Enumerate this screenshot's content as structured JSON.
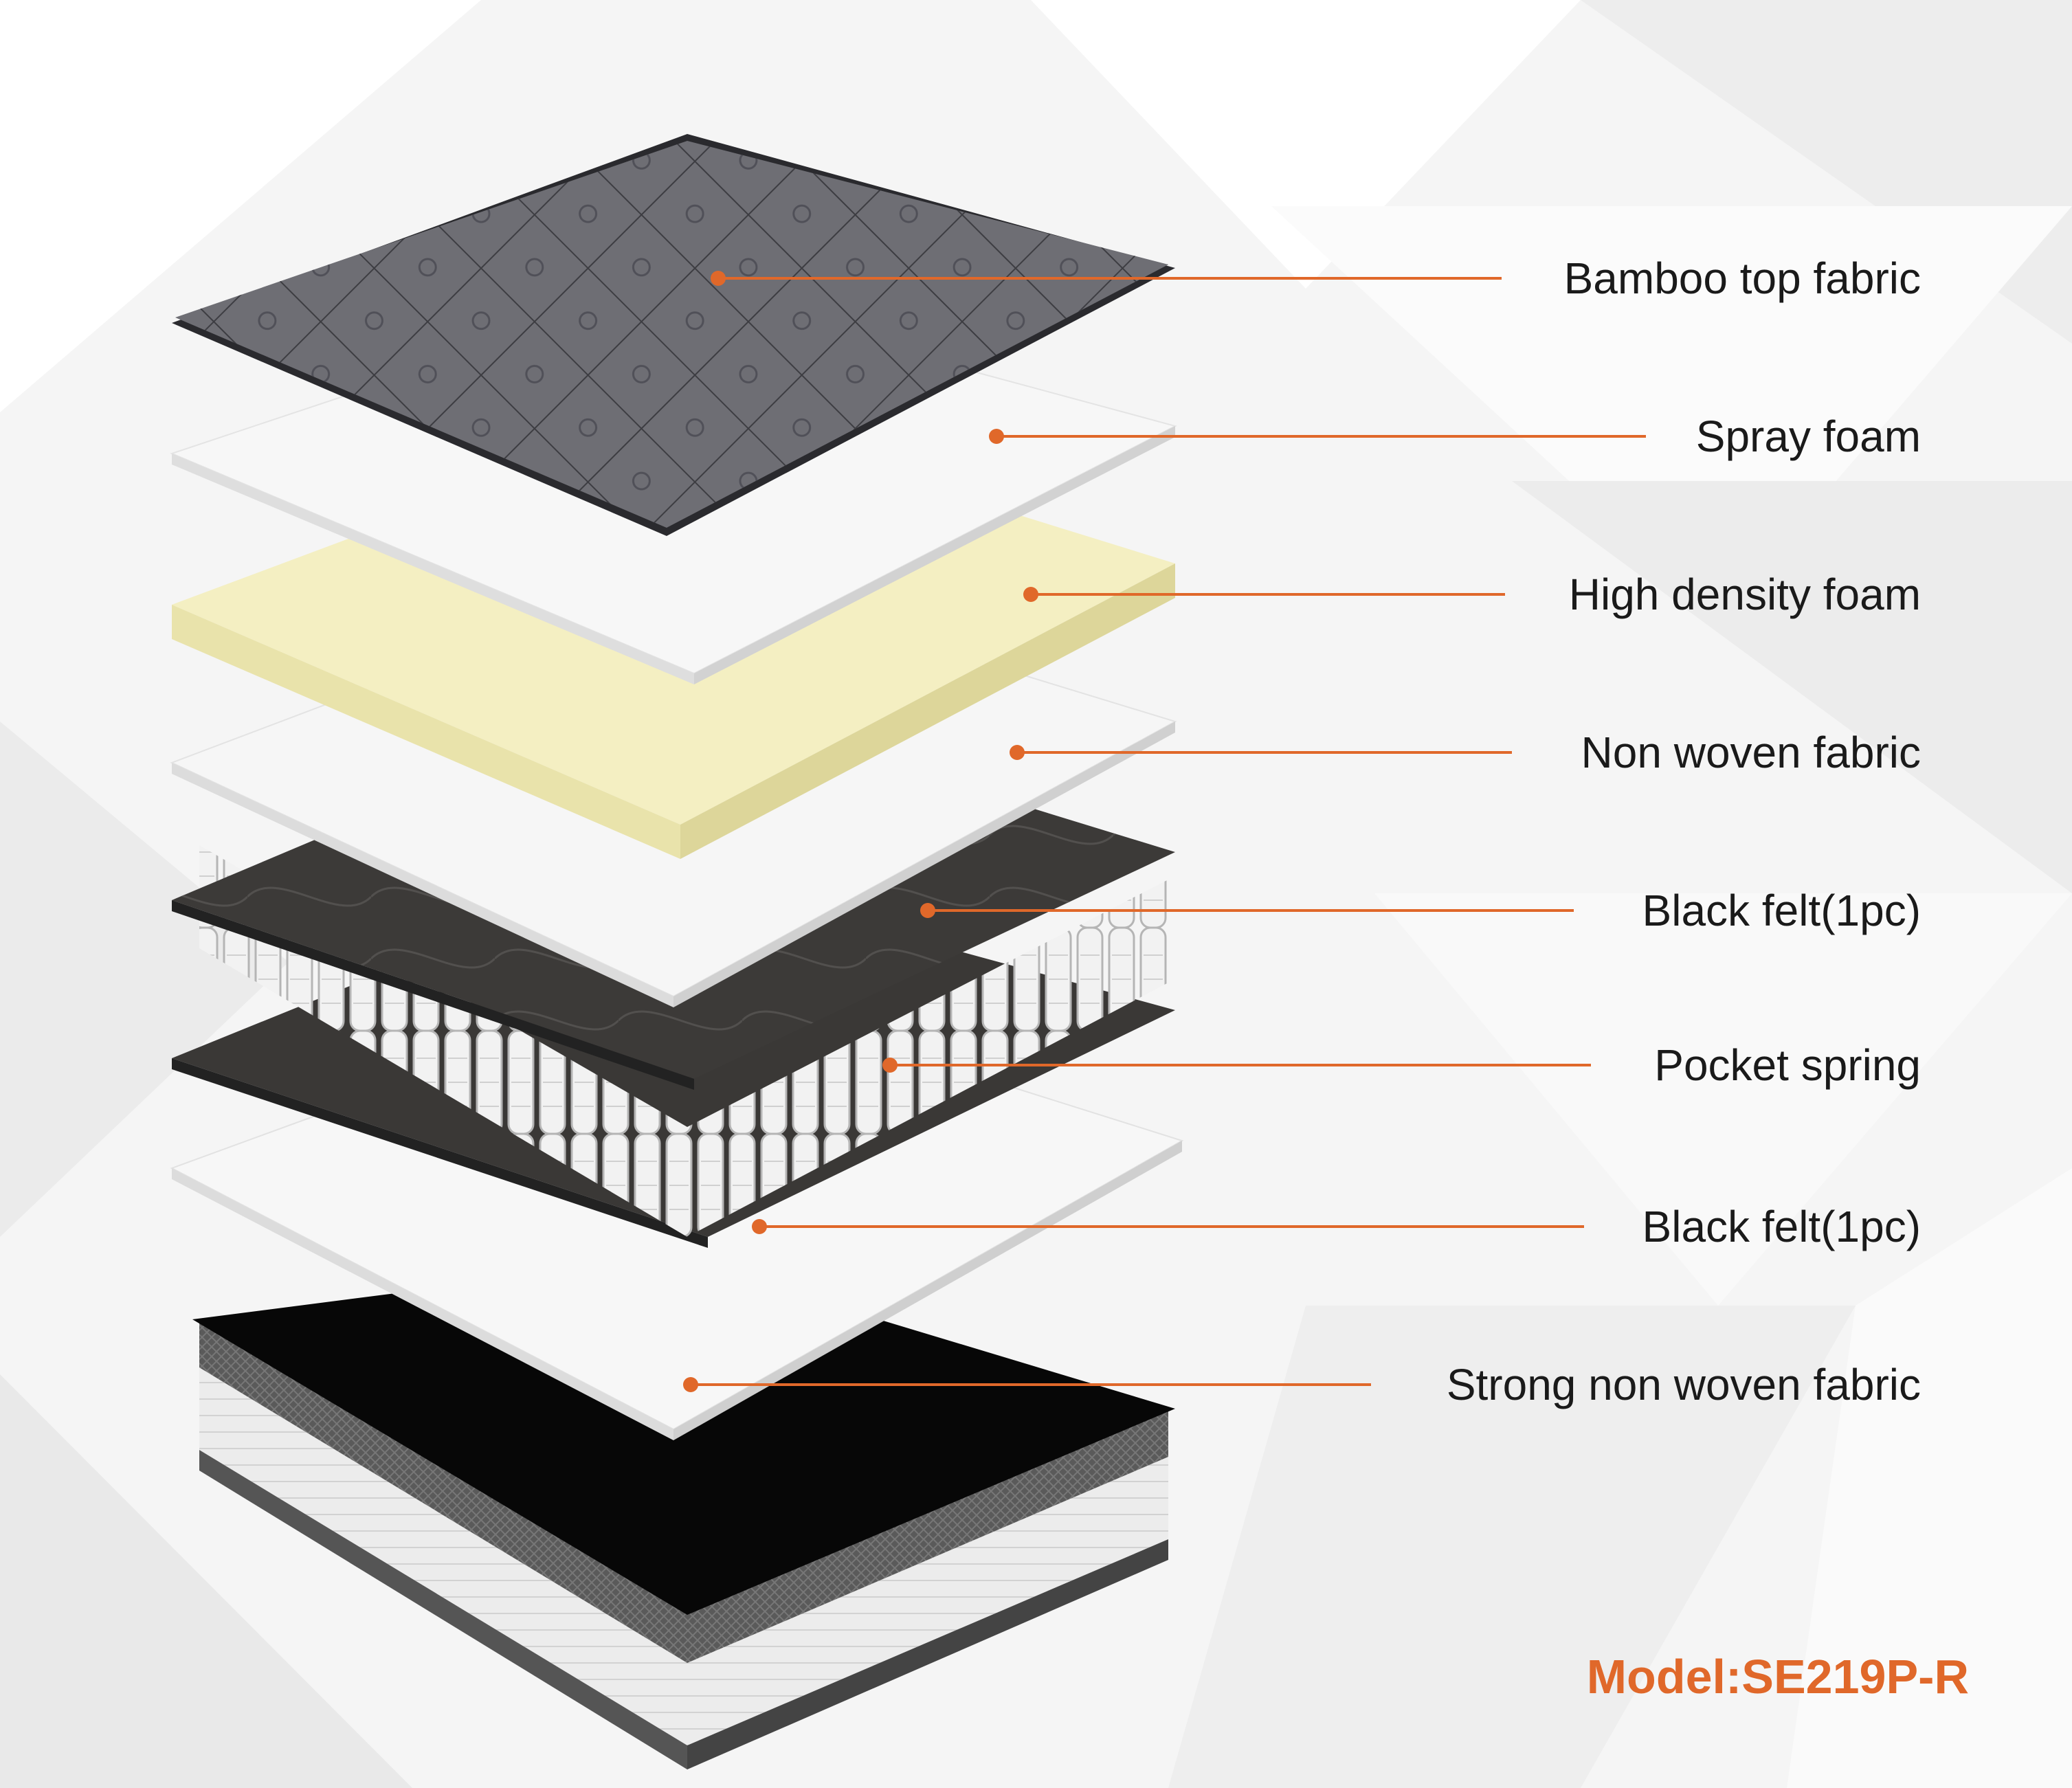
{
  "layers": [
    {
      "label": "Bamboo top fabric"
    },
    {
      "label": "Spray foam"
    },
    {
      "label": "High density foam"
    },
    {
      "label": "Non woven fabric"
    },
    {
      "label": "Black felt(1pc)"
    },
    {
      "label": "Pocket spring"
    },
    {
      "label": "Black felt(1pc)"
    },
    {
      "label": "Strong non woven fabric"
    }
  ],
  "model": "Model:SE219P-R",
  "colors": {
    "leader": "#e0682a",
    "accent": "#e0682a",
    "top_fabric": "#6e6e74",
    "white_layer": "#f6f6f6",
    "yellow_foam": "#f4efc2",
    "felt": "#3c3a38",
    "base": "#0a0a0a"
  }
}
